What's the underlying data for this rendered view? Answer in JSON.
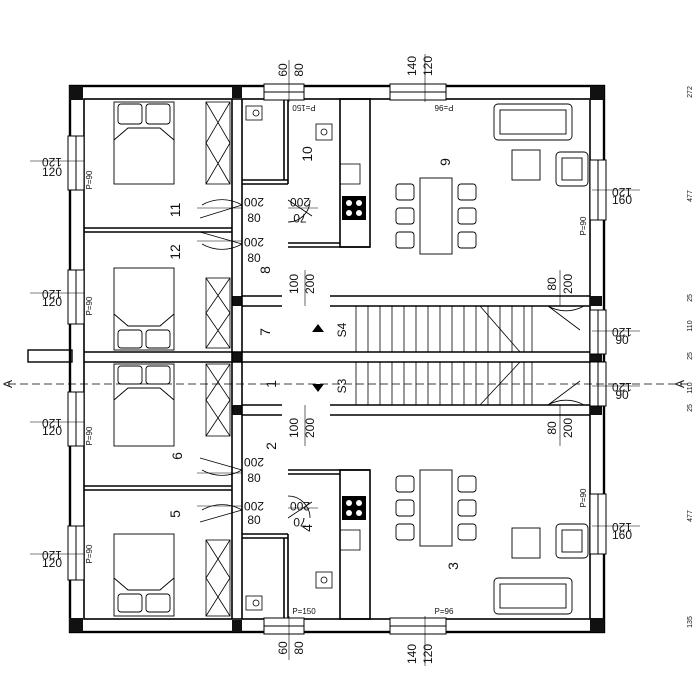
{
  "plan": {
    "rooms": {
      "r1": "1",
      "r2": "2",
      "r3": "3",
      "r4": "4",
      "r5": "5",
      "r6": "6",
      "r7": "7",
      "r8": "8",
      "r9": "9",
      "r10": "10",
      "r11": "11",
      "r12": "12"
    },
    "stairs": {
      "s3": "S3",
      "s4": "S4"
    },
    "section_marks": {
      "left": "A",
      "right": "A"
    },
    "dimensions": {
      "d60": "60",
      "d80": "80",
      "d140": "140",
      "d120": "120",
      "d100": "100",
      "d200": "200",
      "d70": "70",
      "d160": "160",
      "d90": "90"
    },
    "heights": {
      "p90": "P=90",
      "p150": "P=150",
      "p96": "P=96"
    },
    "edge_numbers": {
      "e272": "272",
      "e477": "477",
      "e25": "25",
      "e110": "110",
      "e135": "135"
    }
  }
}
